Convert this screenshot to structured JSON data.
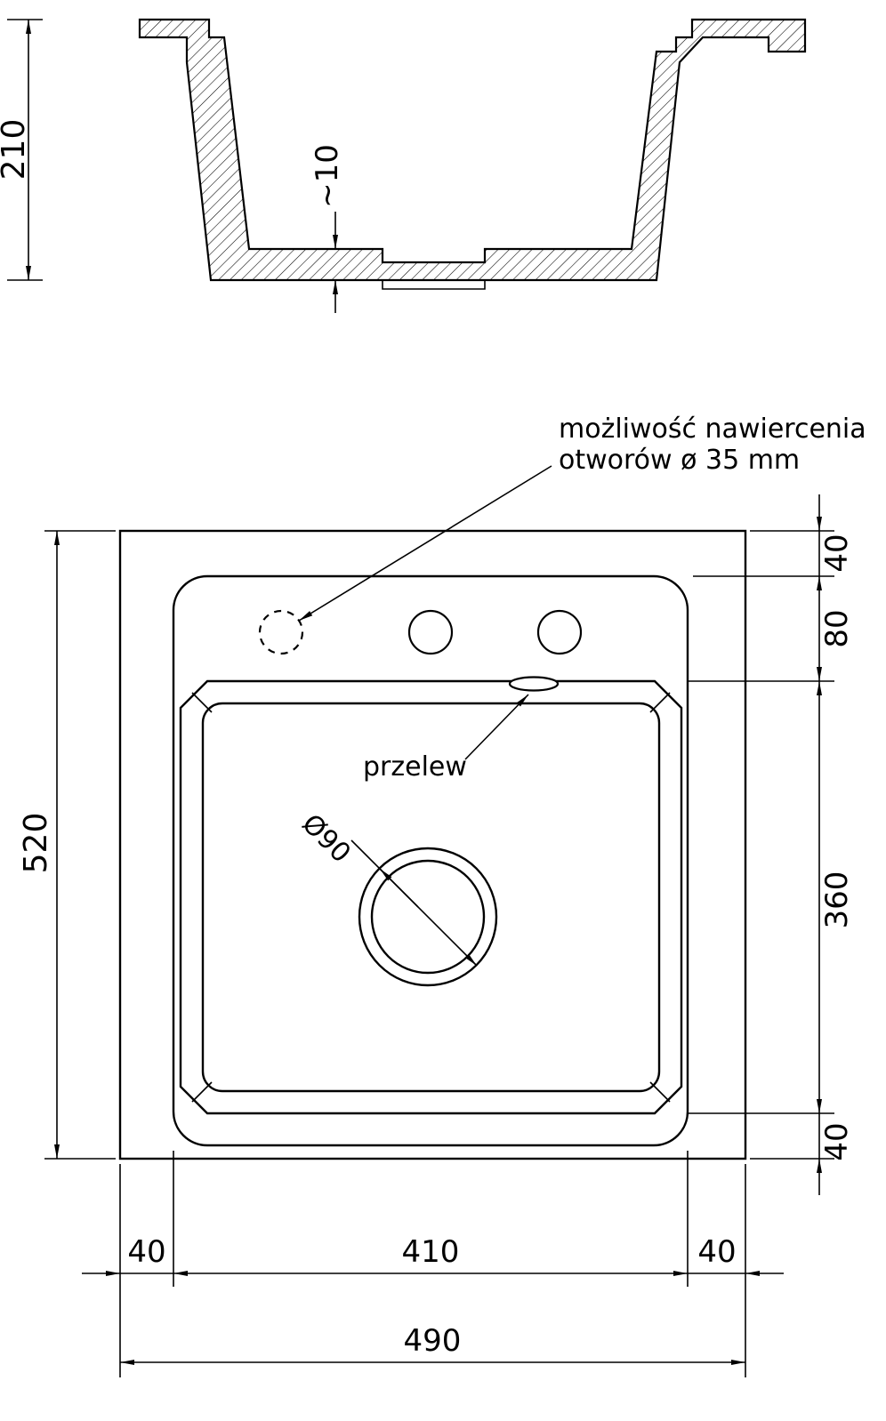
{
  "section": {
    "depth_label": "210",
    "bottom_thickness_label": "~10"
  },
  "plan": {
    "note": {
      "line1": "możliwość nawiercenia",
      "line2": "otworów ø 35 mm"
    },
    "overflow_label": "przelew",
    "drain_label": "Ø90",
    "dims": {
      "total_height": "520",
      "top_margin": "40",
      "deck_height": "80",
      "bowl_height": "360",
      "bottom_margin": "40",
      "left_margin": "40",
      "bowl_width": "410",
      "right_margin": "40",
      "total_width": "490"
    }
  },
  "colors": {
    "ink": "#000000",
    "bg": "#ffffff"
  }
}
